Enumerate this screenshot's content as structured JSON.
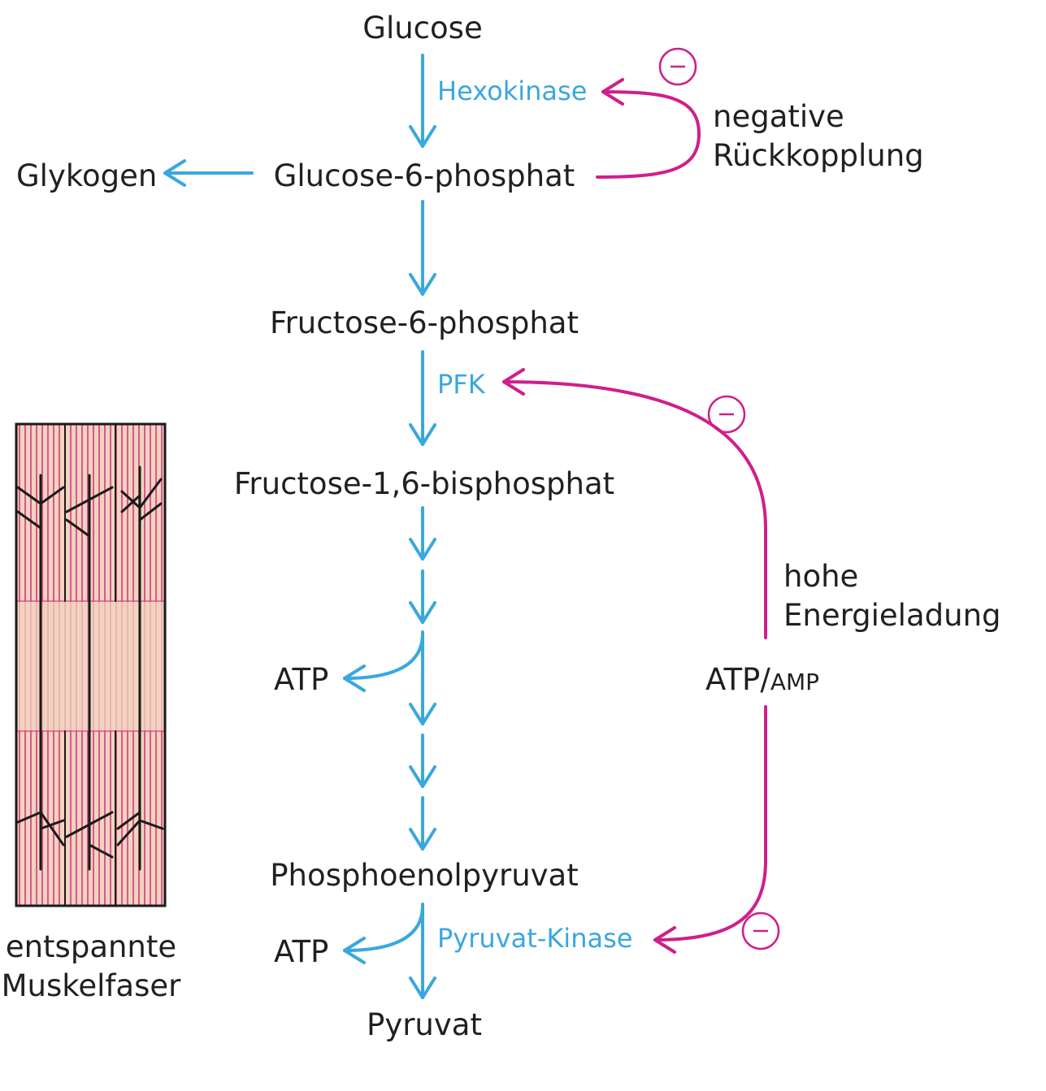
{
  "colors": {
    "pathway": "#3aa7e0",
    "regulation": "#d01e8c",
    "text": "#231f20",
    "fiber_bg": "#f2d3c0",
    "fiber_stripe": "#d03c7c",
    "fiber_filament": "#1a1a1a"
  },
  "metabolites": {
    "glucose": "Glucose",
    "glucose_6_phosphate": "Glucose-6-phosphat",
    "glycogen": "Glykogen",
    "fructose_6_phosphate": "Fructose-6-phosphat",
    "fructose_1_6_bisphosphate": "Fructose-1,6-bisphosphat",
    "atp_1": "ATP",
    "phosphoenolpyruvate": "Phosphoenolpyruvat",
    "atp_2": "ATP",
    "pyruvate": "Pyruvat"
  },
  "enzymes": {
    "hexokinase": "Hexokinase",
    "pfk": "PFK",
    "pyruvate_kinase": "Pyruvat-Kinase"
  },
  "regulation": {
    "feedback_line1": "negative",
    "feedback_line2": "Rückkopplung",
    "energy_line1": "hohe",
    "energy_line2": "Energieladung",
    "ratio_atp": "ATP/",
    "ratio_amp": "AMP",
    "inhibition_symbol": "−"
  },
  "muscle": {
    "caption_line1": "entspannte",
    "caption_line2": "Muskelfaser"
  },
  "icons": [
    "inhibition-minus-icon",
    "muscle-fiber-illustration"
  ]
}
